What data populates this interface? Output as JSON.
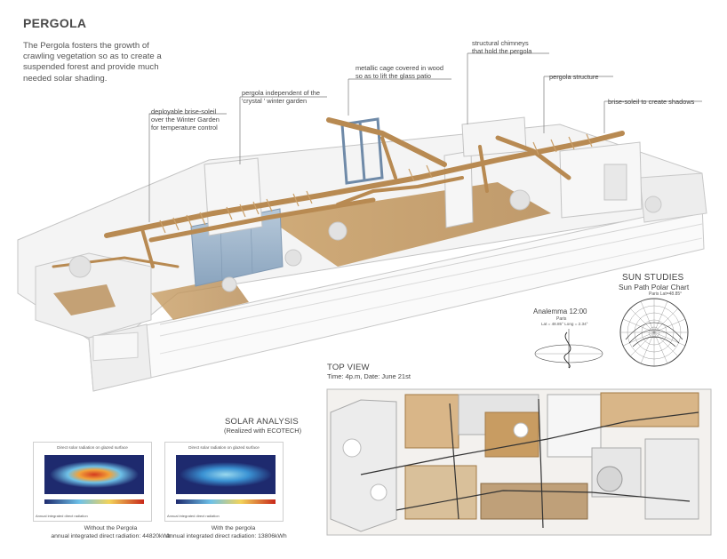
{
  "title": "PERGOLA",
  "intro": "The Pergola fosters the growth of crawling vegetation so as to create a suspended forest and provide much needed solar shading.",
  "callouts": {
    "brise_soleil": "deployable brise-soleil\nover the Winter Garden\nfor  temperature control",
    "pergola_independent": "pergola independent of the\n'crystal ' winter garden",
    "metallic_cage": "metallic cage covered in wood\nso as to lift the glass patio",
    "chimneys": "structural chimneys\nthat hold the pergola",
    "pergola_structure": "pergola structure",
    "brise_shadows": "brise-soleil to create shadows"
  },
  "sun_studies": {
    "title": "SUN STUDIES",
    "subtitle": "Sun Path Polar Chart",
    "polar_label": "Paris Lat=48.85°",
    "analemma_title": "Analemma 12:00",
    "analemma_place": "Paris",
    "analemma_coords": "Lat = 48.85°  Long = 2.34°"
  },
  "top_view": {
    "title": "TOP VIEW",
    "subtitle": "Time: 4p.m, Date: June 21st"
  },
  "solar_analysis": {
    "title": "SOLAR ANALYSIS",
    "subtitle": "(Realized with ECOTECH)",
    "panel_heading": "Direct solar radiation on glazed surface",
    "legend_text": "Annual integrated direct radiation",
    "without": {
      "caption": "Without the Pergola",
      "value": "annual integrated direct radiation: 44820kWh"
    },
    "with": {
      "caption": "With the pergola",
      "value": "annual integrated direct radiation: 13806kWh"
    }
  },
  "colors": {
    "wood": "#c9a06a",
    "wood_dark": "#a37a45",
    "glass": "#9fb6cc",
    "wall": "#f2f2f2",
    "outline": "#bdbdbd",
    "metal": "#7d94b0"
  }
}
